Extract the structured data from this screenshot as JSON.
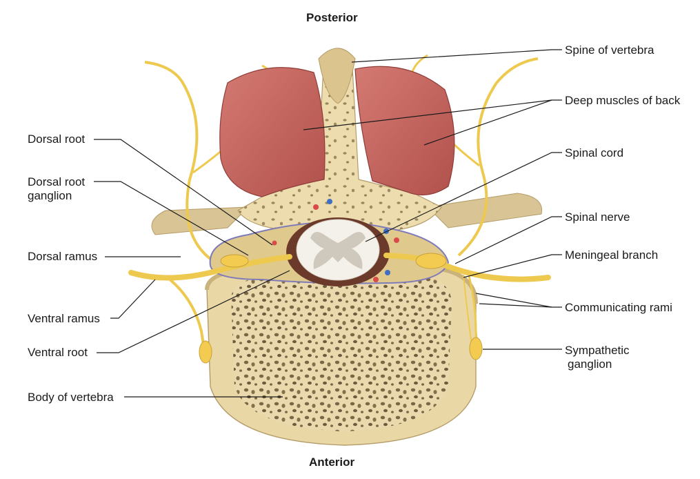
{
  "orientation": {
    "top": "Posterior",
    "bottom": "Anterior"
  },
  "labels": {
    "spine_of_vertebra": "Spine of vertebra",
    "deep_muscles_of_back": "Deep muscles of back",
    "spinal_cord": "Spinal cord",
    "spinal_nerve": "Spinal nerve",
    "meningeal_branch": "Meningeal branch",
    "communicating_rami": "Communicating rami",
    "sympathetic_ganglion_1": "Sympathetic",
    "sympathetic_ganglion_2": "ganglion",
    "dorsal_root": "Dorsal root",
    "dorsal_root_ganglion_1": "Dorsal root",
    "dorsal_root_ganglion_2": "ganglion",
    "dorsal_ramus": "Dorsal ramus",
    "ventral_ramus": "Ventral ramus",
    "ventral_root": "Ventral root",
    "body_of_vertebra": "Body of vertebra"
  },
  "colors": {
    "bone": "#e8d6a8",
    "bone_dark": "#c9b27c",
    "muscle": "#c8625e",
    "nerve": "#f0c64a",
    "cord_white": "#f4f0ea",
    "cord_gray": "#cfc8bd",
    "canal": "#6b3a2a"
  }
}
